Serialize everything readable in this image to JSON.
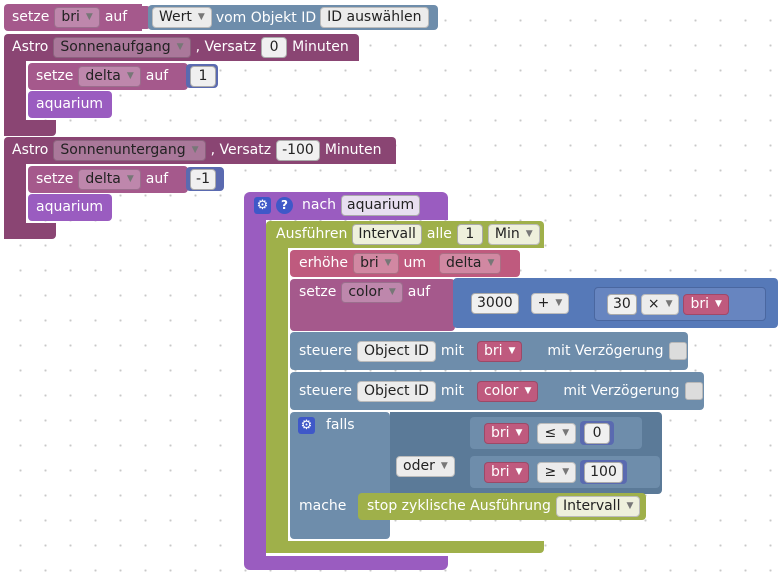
{
  "b1": {
    "setze": "setze",
    "var": "bri",
    "auf": "auf",
    "wert": "Wert",
    "vom": "vom Objekt ID",
    "id_btn": "ID auswählen"
  },
  "astro1": {
    "label": "Astro",
    "event": "Sonnenaufgang",
    "versatz": ", Versatz",
    "offset": "0",
    "minuten": "Minuten",
    "setze": "setze",
    "var": "delta",
    "auf": "auf",
    "value": "1",
    "call": "aquarium"
  },
  "astro2": {
    "label": "Astro",
    "event": "Sonnenuntergang",
    "versatz": ", Versatz",
    "offset": "-100",
    "minuten": "Minuten",
    "setze": "setze",
    "var": "delta",
    "auf": "auf",
    "value": "-1",
    "call": "aquarium"
  },
  "func": {
    "nach": "nach",
    "name": "aquarium"
  },
  "interval": {
    "ausfuehren": "Ausführen",
    "intervall": "Intervall",
    "alle": "alle",
    "count": "1",
    "unit": "Min"
  },
  "inc": {
    "erhoehe": "erhöhe",
    "var": "bri",
    "um": "um",
    "by": "delta"
  },
  "set_color": {
    "setze": "setze",
    "var": "color",
    "auf": "auf",
    "a": "3000",
    "op1": "+",
    "b": "30",
    "op2": "×",
    "c": "bri"
  },
  "ctrl1": {
    "steuere": "steuere",
    "obj": "Object ID",
    "mit": "mit",
    "val": "bri",
    "delay": "mit Verzögerung"
  },
  "ctrl2": {
    "steuere": "steuere",
    "obj": "Object ID",
    "mit": "mit",
    "val": "color",
    "delay": "mit Verzögerung"
  },
  "falls": {
    "label": "falls",
    "oder": "oder",
    "c1": {
      "var": "bri",
      "op": "≤",
      "val": "0"
    },
    "c2": {
      "var": "bri",
      "op": "≥",
      "val": "100"
    },
    "mache": "mache",
    "stop": "stop zyklische Ausführung",
    "stop_dd": "Intervall"
  }
}
